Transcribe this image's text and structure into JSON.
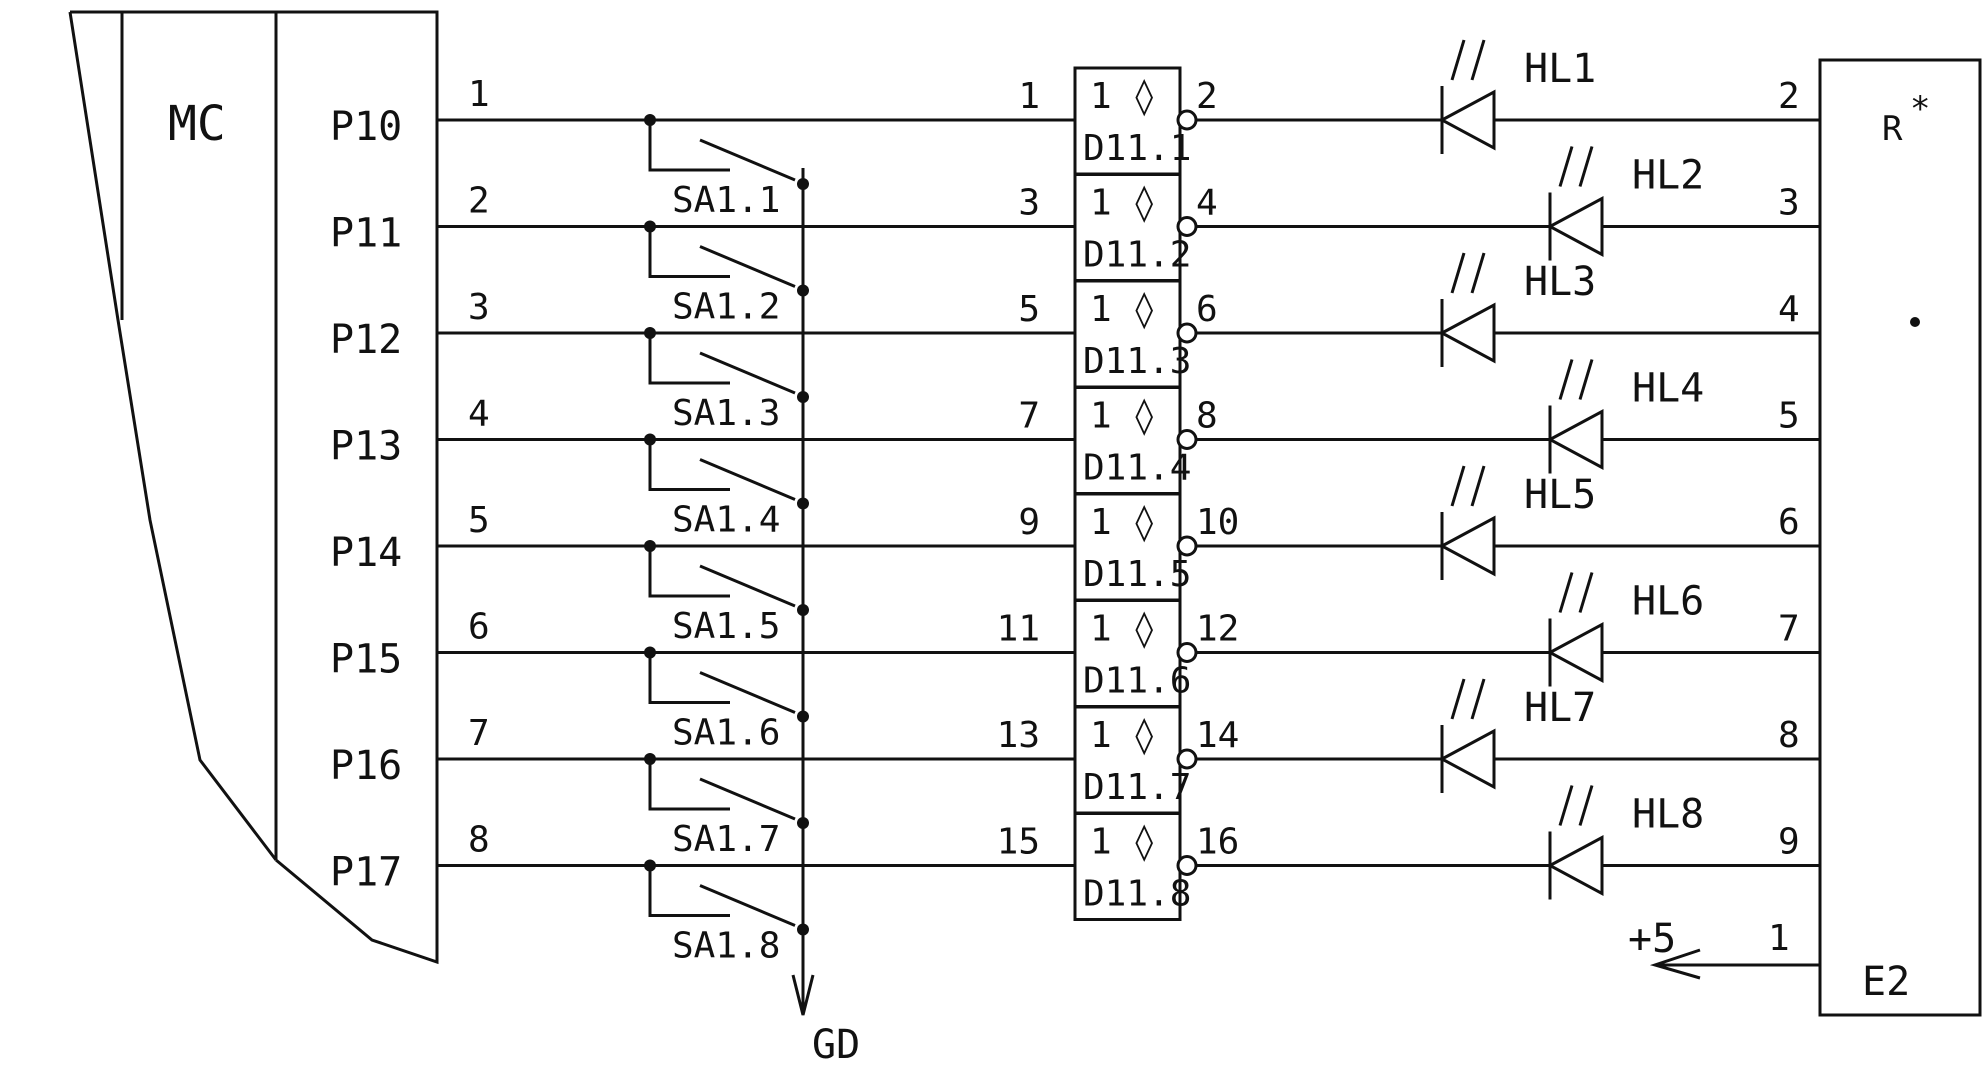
{
  "mc": {
    "label": "MC"
  },
  "ports": [
    "P10",
    "P11",
    "P12",
    "P13",
    "P14",
    "P15",
    "P16",
    "P17"
  ],
  "left_pins": [
    "1",
    "2",
    "3",
    "4",
    "5",
    "6",
    "7",
    "8"
  ],
  "switches": [
    "SA1.1",
    "SA1.2",
    "SA1.3",
    "SA1.4",
    "SA1.5",
    "SA1.6",
    "SA1.7",
    "SA1.8"
  ],
  "gates": {
    "symbol": "1 ◊",
    "in_pins": [
      "1",
      "3",
      "5",
      "7",
      "9",
      "11",
      "13",
      "15"
    ],
    "out_pins": [
      "2",
      "4",
      "6",
      "8",
      "10",
      "12",
      "14",
      "16"
    ],
    "labels": [
      "D11.1",
      "D11.2",
      "D11.3",
      "D11.4",
      "D11.5",
      "D11.6",
      "D11.7",
      "D11.8"
    ]
  },
  "leds": [
    "HL1",
    "HL2",
    "HL3",
    "HL4",
    "HL5",
    "HL6",
    "HL7",
    "HL8"
  ],
  "right_pins": [
    "2",
    "3",
    "4",
    "5",
    "6",
    "7",
    "8",
    "9"
  ],
  "resistor": {
    "label": "R",
    "mark": "*"
  },
  "connector": {
    "label": "E2",
    "supply_pin": "1",
    "supply_label": "+5"
  },
  "ground": {
    "label": "GD"
  },
  "colors": {
    "ink": "#111111",
    "background": "#ffffff"
  }
}
